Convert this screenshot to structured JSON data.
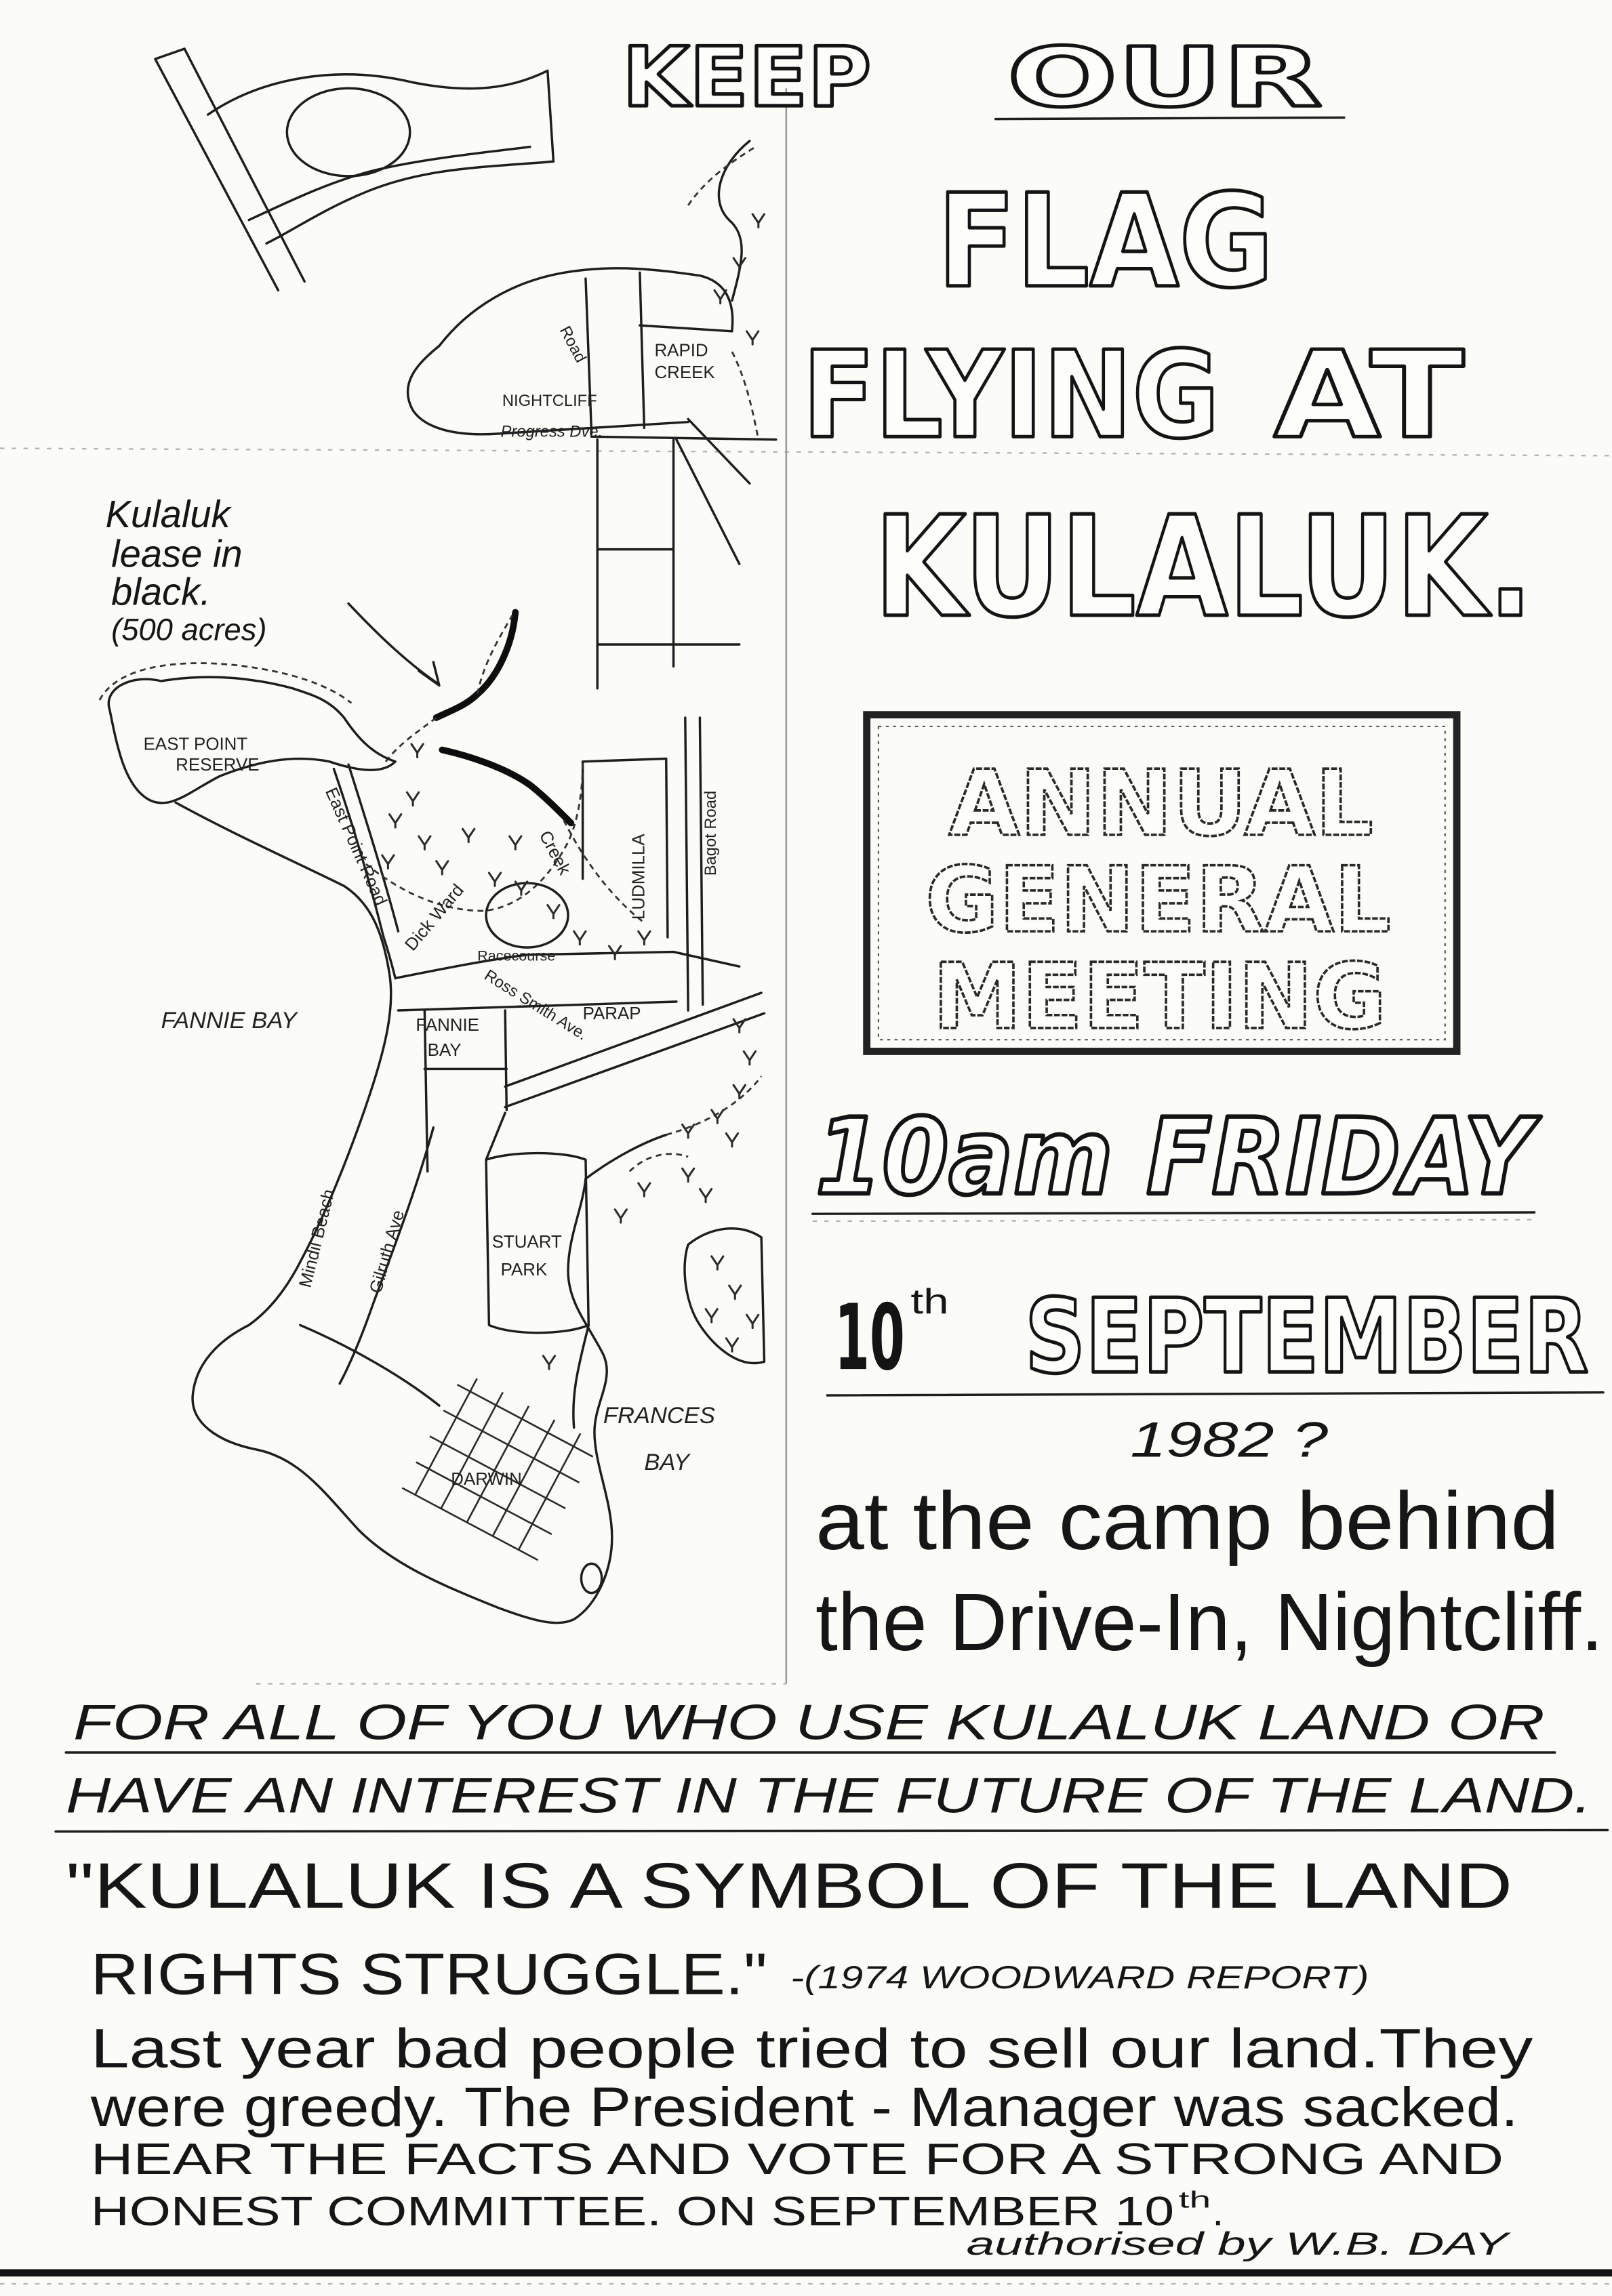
{
  "poster": {
    "headline": {
      "keep": "KEEP",
      "our": "OUR",
      "flag": "FLAG",
      "flying": "FLYING",
      "at": "AT",
      "kulaluk": "KULALUK."
    },
    "meeting_box": {
      "line1": "ANNUAL",
      "line2": "GENERAL",
      "line3": "MEETING"
    },
    "time": "10am FRIDAY",
    "date": {
      "day": "10",
      "suffix": "th",
      "month": "SEPTEMBER"
    },
    "year_note": "1982 ?",
    "location": {
      "line1": "at the camp behind",
      "line2": "the Drive-In, Nightcliff."
    },
    "audience": {
      "line1": "FOR ALL OF YOU WHO USE KULALUK LAND OR",
      "line2": "HAVE AN INTEREST IN THE FUTURE OF THE LAND."
    },
    "quote": {
      "line1": "\"KULALUK IS A SYMBOL OF THE LAND",
      "line2": "RIGHTS STRUGGLE.\"",
      "citation": "-(1974 WOODWARD REPORT)"
    },
    "body": {
      "line1": "Last year bad people tried to sell our land.They",
      "line2": "were greedy. The President - Manager was sacked.",
      "line3": "HEAR THE FACTS AND VOTE FOR A STRONG AND",
      "line4_main": "HONEST COMMITTEE. ON SEPTEMBER 10",
      "line4_sup": "th",
      "line4_end": "."
    },
    "authorised": "authorised by W.B. DAY"
  },
  "map": {
    "annotation": {
      "line1": "Kulaluk",
      "line2": "lease in",
      "line3": "black.",
      "line4": "(500 acres)"
    },
    "labels": {
      "rapid": "RAPID",
      "rapid_creek": "CREEK",
      "nightcliff": "NIGHTCLIFF",
      "progress_dve": "Progress Dve.",
      "road": "Road",
      "east_point_1": "EAST POINT",
      "east_point_2": "RESERVE",
      "east_point_road": "East Point Road",
      "dick_ward": "Dick Ward",
      "creek": "Creek",
      "ludmilla": "LUDMILLA",
      "bagot_road": "Bagot Road",
      "racecourse": "Racecourse",
      "ross_smith": "Ross Smith Ave.",
      "parap": "PARAP",
      "fannie_bay_water": "FANNIE BAY",
      "fannie_bay_suburb_1": "FANNIE",
      "fannie_bay_suburb_2": "BAY",
      "mindil_beach": "Mindil Beach",
      "gilruth_ave": "Gilruth Ave",
      "stuart_park_1": "STUART",
      "stuart_park_2": "PARK",
      "frances_bay_1": "FRANCES",
      "frances_bay_2": "BAY",
      "darwin": "DARWIN"
    }
  },
  "colors": {
    "paper": "#fbfbf8",
    "ink": "#161616"
  }
}
